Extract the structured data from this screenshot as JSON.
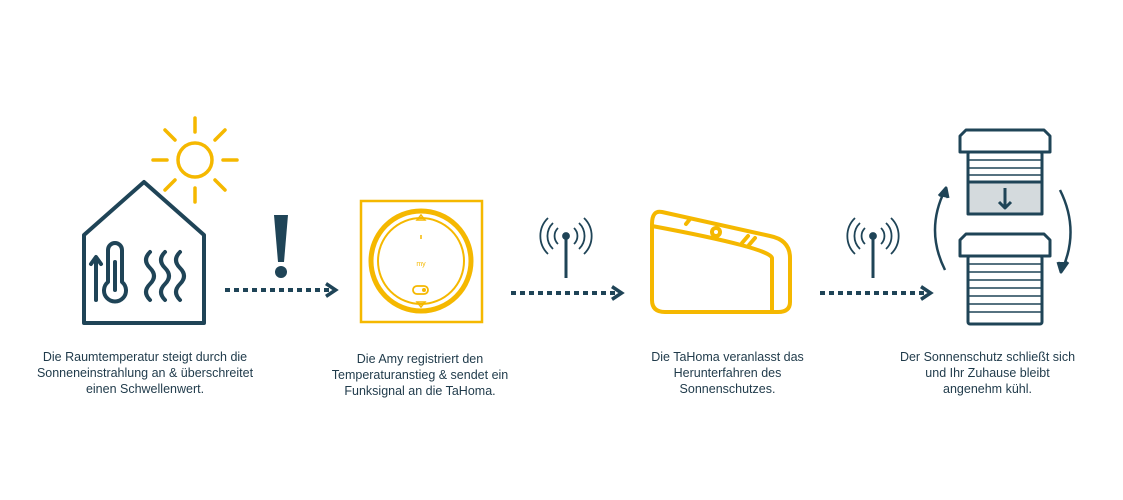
{
  "colors": {
    "dark": "#1f4457",
    "accent": "#f5b800"
  },
  "steps": [
    {
      "caption": "Die Raumtemperatur steigt durch die Sonneneinstrahlung an & überschreitet einen Schwellenwert."
    },
    {
      "caption": "Die Amy registriert den Temperaturanstieg & sendet ein Funksignal an die TaHoma.",
      "device_label": "my"
    },
    {
      "caption": "Die TaHoma veranlasst das Herunterfahren des Sonnenschutzes."
    },
    {
      "caption": "Der Sonnenschutz schließt sich und Ihr Zuhause bleibt angenehm kühl."
    }
  ]
}
